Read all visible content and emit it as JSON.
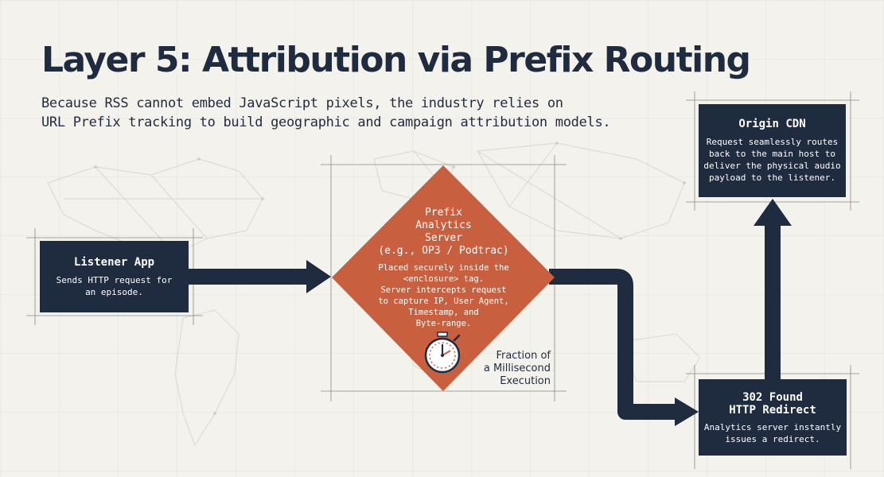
{
  "title": "Layer 5: Attribution via Prefix Routing",
  "subtitle": {
    "line1": "Because RSS cannot embed JavaScript pixels, the industry relies on",
    "line2": "URL Prefix tracking to build geographic and campaign attribution models."
  },
  "listener": {
    "title": "Listener App",
    "body_line1": "Sends HTTP request for",
    "body_line2": "an episode."
  },
  "prefix_server": {
    "title_line1": "Prefix",
    "title_line2": "Analytics",
    "title_line3": "Server",
    "title_line4": "(e.g., OP3 / Podtrac)",
    "body_line1": "Placed securely inside the",
    "body_line2": "<enclosure> tag.",
    "body_line3": "Server intercepts request",
    "body_line4": "to capture IP, User Agent,",
    "body_line5": "Timestamp, and",
    "body_line6": "Byte-range.",
    "icon": "stopwatch-icon"
  },
  "timer_label": {
    "line1": "Fraction of",
    "line2": "a Millisecond",
    "line3": "Execution"
  },
  "redirect": {
    "title_line1": "302 Found",
    "title_line2": "HTTP Redirect",
    "body_line1": "Analytics server instantly",
    "body_line2": "issues a redirect."
  },
  "origin": {
    "title": "Origin CDN",
    "body_line1": "Request seamlessly routes",
    "body_line2": "back to the main host to",
    "body_line3": "deliver the physical audio",
    "body_line4": "payload to the listener."
  },
  "colors": {
    "navy": "#1f2b3e",
    "orange": "#c8603f",
    "background": "#f4f2ec"
  }
}
